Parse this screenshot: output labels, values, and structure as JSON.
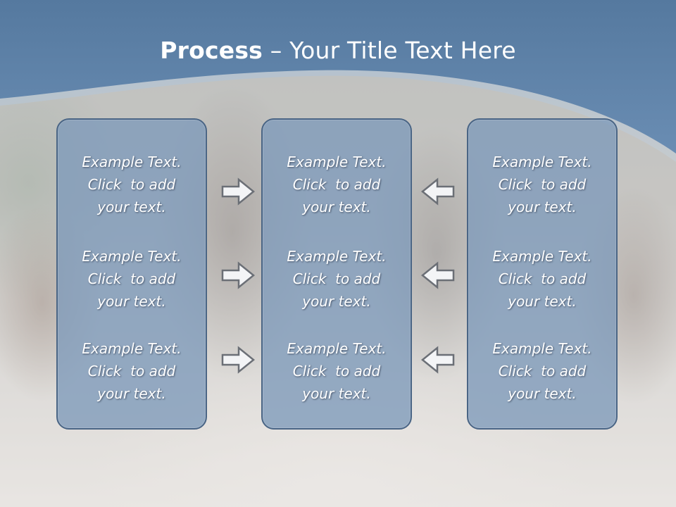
{
  "title": {
    "bold": "Process",
    "rest": " – Your Title Text Here"
  },
  "panels": [
    {
      "blocks": [
        {
          "l1": "Example Text.",
          "l2": "Click  to add",
          "l3": "your text."
        },
        {
          "l1": "Example Text.",
          "l2": "Click  to add",
          "l3": "your text."
        },
        {
          "l1": "Example Text.",
          "l2": "Click  to add",
          "l3": "your text."
        }
      ]
    },
    {
      "blocks": [
        {
          "l1": "Example Text.",
          "l2": "Click  to add",
          "l3": "your text."
        },
        {
          "l1": "Example Text.",
          "l2": "Click  to add",
          "l3": "your text."
        },
        {
          "l1": "Example Text.",
          "l2": "Click  to add",
          "l3": "your text."
        }
      ]
    },
    {
      "blocks": [
        {
          "l1": "Example Text.",
          "l2": "Click  to add",
          "l3": "your text."
        },
        {
          "l1": "Example Text.",
          "l2": "Click  to add",
          "l3": "your text."
        },
        {
          "l1": "Example Text.",
          "l2": "Click  to add",
          "l3": "your text."
        }
      ]
    }
  ],
  "icons": {
    "right_arrow": "arrow-right-icon",
    "left_arrow": "arrow-left-icon"
  },
  "colors": {
    "header": "#5b7fa6",
    "panel_fill": "#7e9aba",
    "panel_border": "#4a6585",
    "text": "#ffffff"
  }
}
